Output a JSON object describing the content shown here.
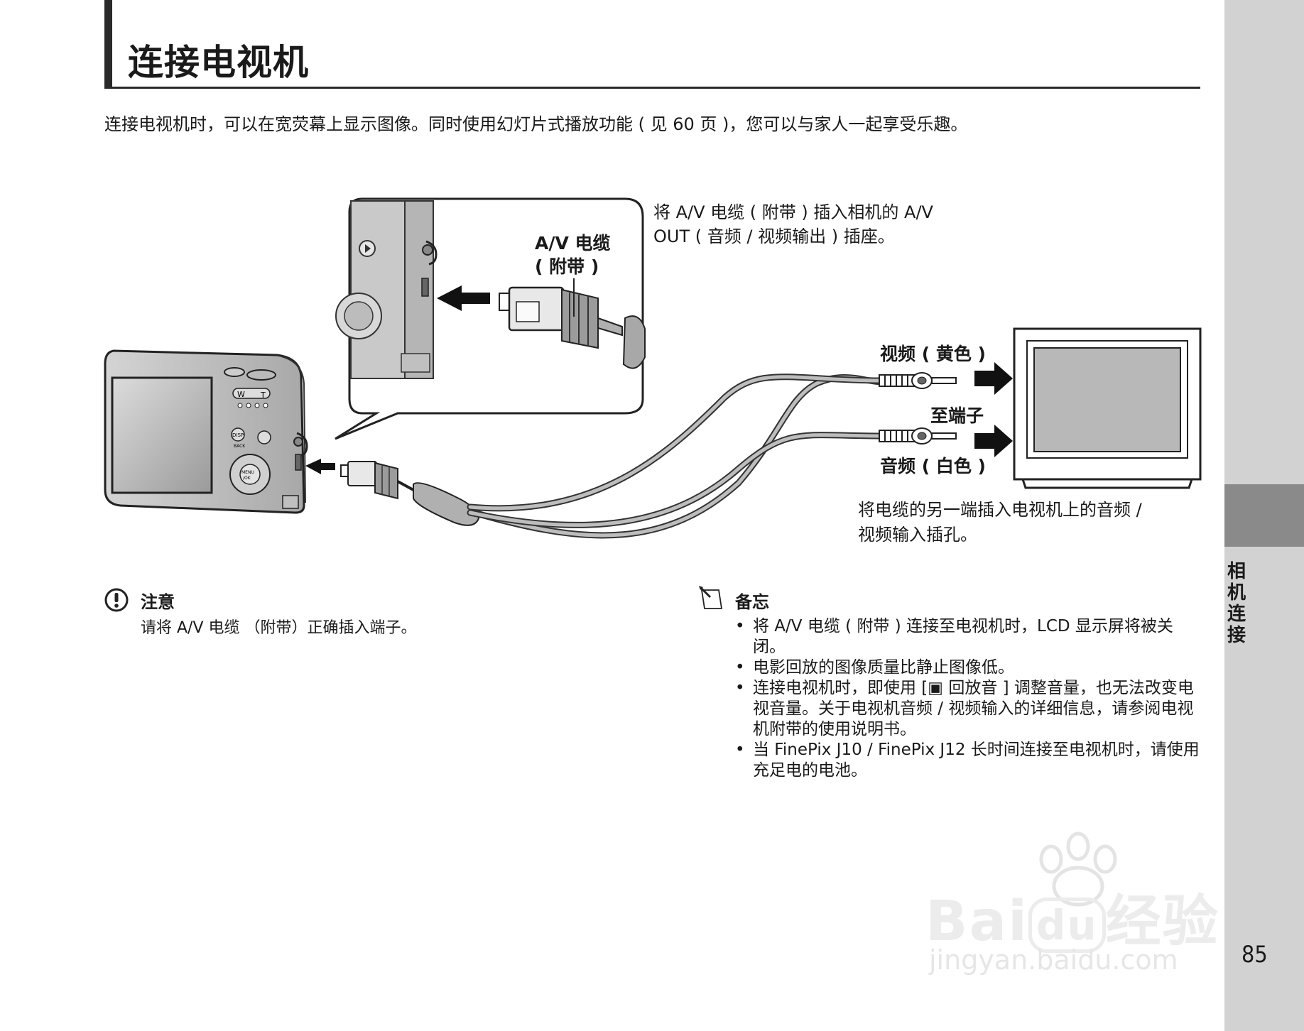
{
  "page": {
    "title": "连接电视机",
    "intro": "连接电视机时，可以在宽荧幕上显示图像。同时使用幻灯片式播放功能 ( 见 60 页 )，您可以与家人一起享受乐趣。",
    "page_number": "85",
    "side_tab": "相机连接"
  },
  "diagram": {
    "cable_label_1": "A/V 电缆",
    "cable_label_2": "( 附带 )",
    "step1_line1": "将 A/V 电缆 ( 附带 ) 插入相机的 A/V",
    "step1_line2": "OUT ( 音频 / 视频输出 ) 插座。",
    "video_label": "视频 ( 黄色 )",
    "to_terminal": "至端子",
    "audio_label": "音频 ( 白色 )",
    "step2_line1": "将电缆的另一端插入电视机上的音频 /",
    "step2_line2": "视频输入插孔。",
    "camera_w": "W",
    "camera_t": "T",
    "camera_disp": "DISP",
    "camera_back": "BACK",
    "camera_menu": "MENU",
    "camera_ok": "/OK"
  },
  "caution": {
    "title": "注意",
    "body": "请将 A/V 电缆 （附带）正确插入端子。"
  },
  "memo": {
    "title": "备忘",
    "items": [
      "将 A/V 电缆 ( 附带 ) 连接至电视机时，LCD 显示屏将被关闭。",
      "电影回放的图像质量比静止图像低。",
      "连接电视机时，即使用 [▣ 回放音 ] 调整音量，也无法改变电视音量。关于电视机音频 / 视频输入的详细信息，请参阅电视机附带的使用说明书。",
      "当 FinePix J10 / FinePix J12 长时间连接至电视机时，请使用充足电的电池。"
    ]
  },
  "watermark": {
    "brand": "Bai",
    "brand2": "du",
    "cn": "经验",
    "url": "jingyan.baidu.com"
  }
}
